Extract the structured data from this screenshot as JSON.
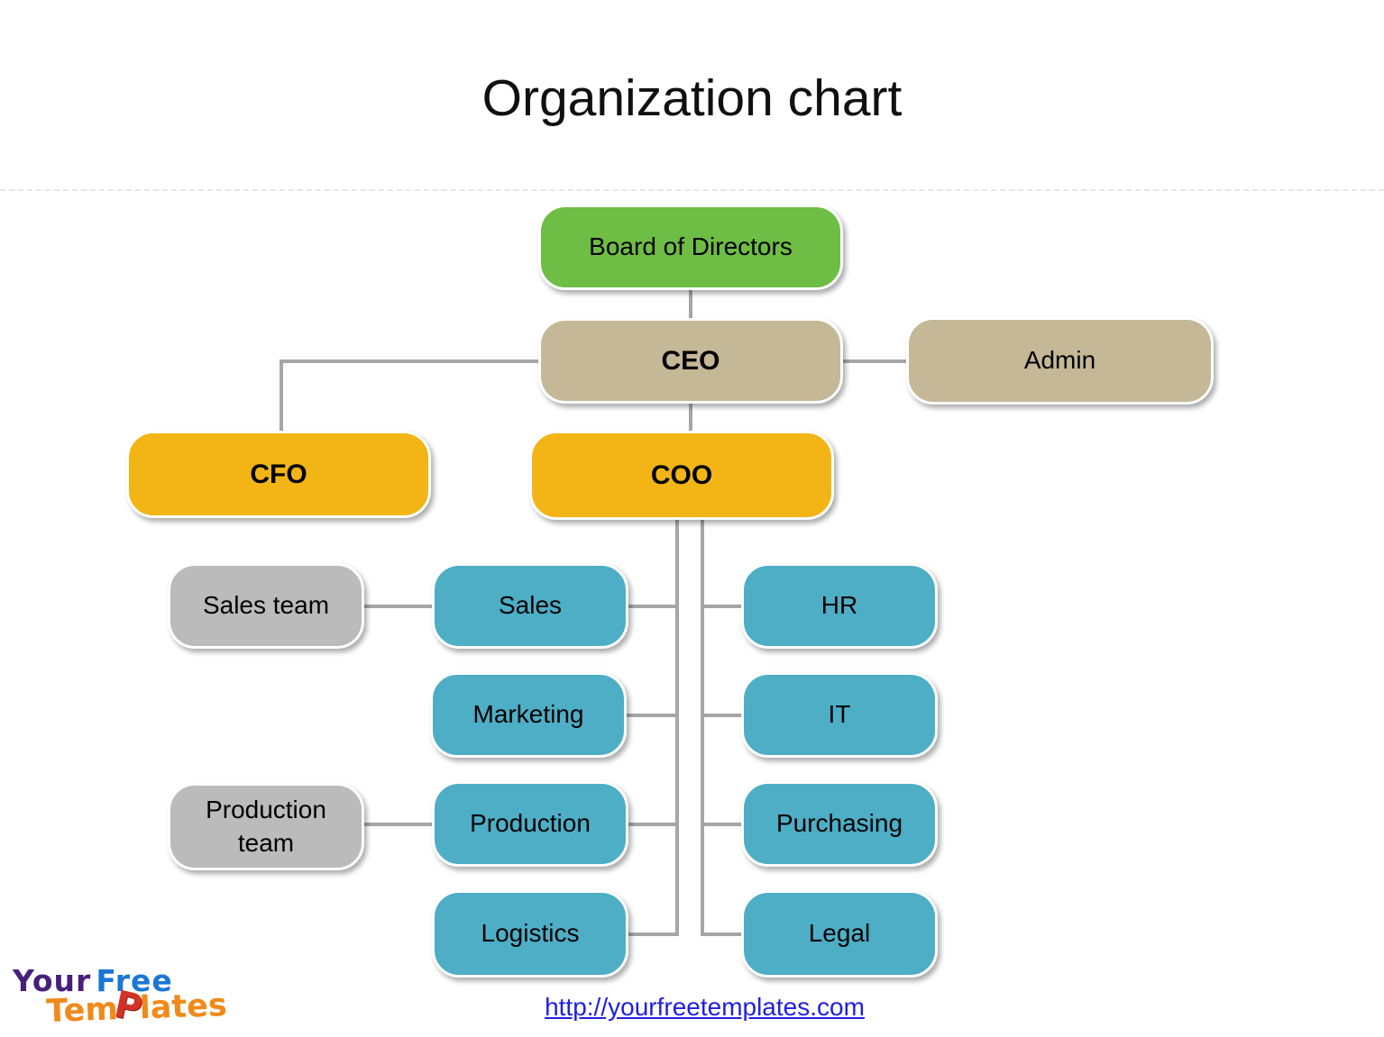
{
  "title": "Organization chart",
  "nodes": {
    "board": {
      "label": "Board of Directors",
      "color": "#6EBD45"
    },
    "ceo": {
      "label": "CEO",
      "color": "#C4B896"
    },
    "admin": {
      "label": "Admin",
      "color": "#C4B896"
    },
    "cfo": {
      "label": "CFO",
      "color": "#F3B416"
    },
    "coo": {
      "label": "COO",
      "color": "#F3B416"
    },
    "sales_team": {
      "label": "Sales team",
      "color": "#BBBBBB"
    },
    "sales": {
      "label": "Sales",
      "color": "#4DAEC6"
    },
    "hr": {
      "label": "HR",
      "color": "#4DAEC6"
    },
    "marketing": {
      "label": "Marketing",
      "color": "#4DAEC6"
    },
    "it": {
      "label": "IT",
      "color": "#4DAEC6"
    },
    "production_team": {
      "label": "Production team",
      "color": "#BBBBBB"
    },
    "production": {
      "label": "Production",
      "color": "#4DAEC6"
    },
    "purchasing": {
      "label": "Purchasing",
      "color": "#4DAEC6"
    },
    "logistics": {
      "label": "Logistics",
      "color": "#4DAEC6"
    },
    "legal": {
      "label": "Legal",
      "color": "#4DAEC6"
    }
  },
  "edges": [
    [
      "board",
      "ceo"
    ],
    [
      "ceo",
      "admin"
    ],
    [
      "ceo",
      "cfo"
    ],
    [
      "ceo",
      "coo"
    ],
    [
      "coo",
      "sales"
    ],
    [
      "coo",
      "marketing"
    ],
    [
      "coo",
      "production"
    ],
    [
      "coo",
      "logistics"
    ],
    [
      "coo",
      "hr"
    ],
    [
      "coo",
      "it"
    ],
    [
      "coo",
      "purchasing"
    ],
    [
      "coo",
      "legal"
    ],
    [
      "sales_team",
      "sales"
    ],
    [
      "production_team",
      "production"
    ]
  ],
  "connector_color": "#A6A6A6",
  "footer": {
    "logo": {
      "word1": "Your",
      "word2": "Free",
      "word3_prefix": "Tem",
      "word3_pin": "P",
      "word3_suffix": "lates"
    },
    "url": "http://yourfreetemplates.com"
  }
}
